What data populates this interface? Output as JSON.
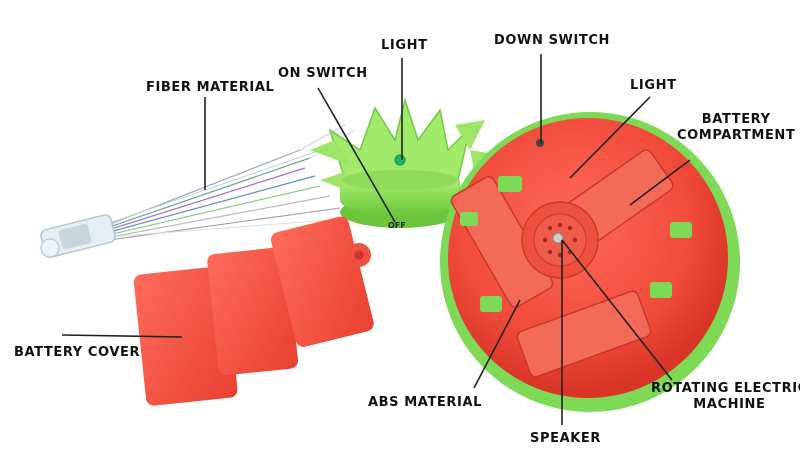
{
  "labels": {
    "fiber_material": "FIBER MATERIAL",
    "on_switch": "ON SWITCH",
    "light_top": "LIGHT",
    "down_switch": "DOWN SWITCH",
    "light_right": "LIGHT",
    "battery_compartment_line1": "BATTERY",
    "battery_compartment_line2": "COMPARTMENT",
    "battery_cover": "BATTERY COVER",
    "abs_material": "ABS MATERIAL",
    "speaker": "SPEAKER",
    "rotating_line1": "ROTATING ELECTRIC",
    "rotating_line2": "MACHINE"
  },
  "crown_label": "OFF",
  "colors": {
    "red_body": "#f04a3a",
    "green_rim": "#7ed957",
    "green_crown": "#8ee05a",
    "background": "#ffffff",
    "label_text": "#111111"
  }
}
